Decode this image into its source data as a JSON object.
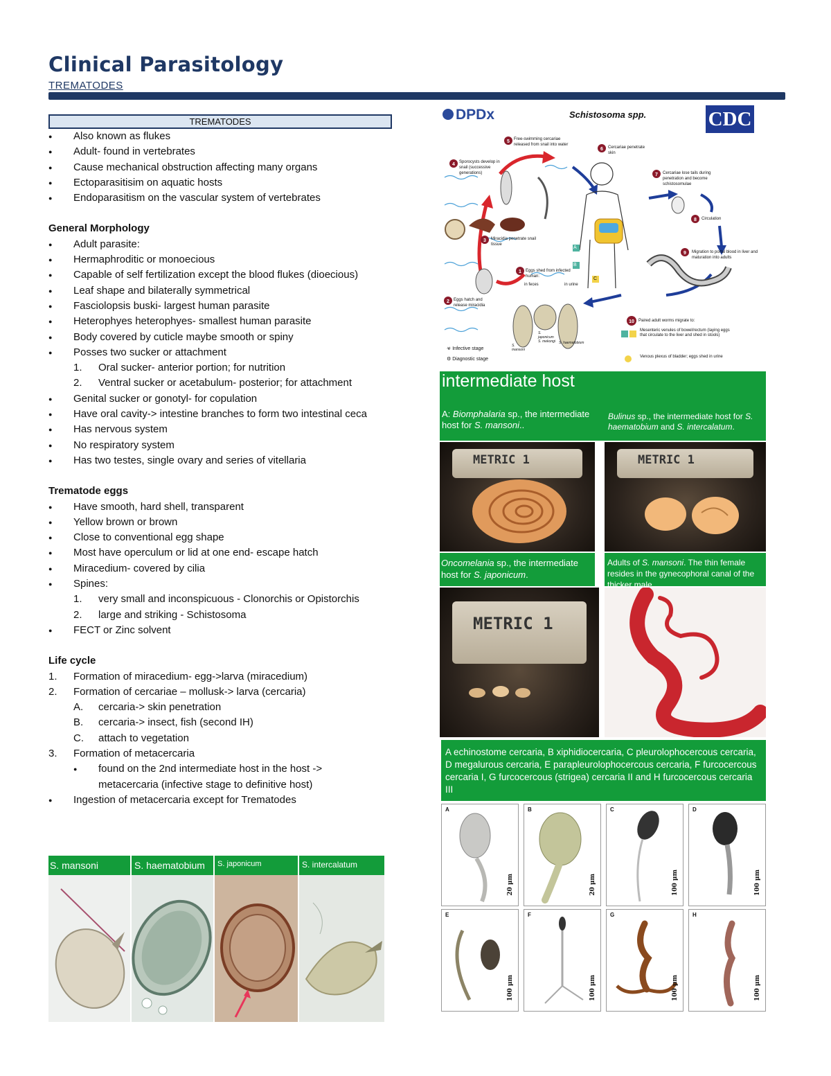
{
  "header": {
    "title": "Clinical Parasitology",
    "subtitle": "Trematodes"
  },
  "intro": {
    "heading": "TREMATODES",
    "items": [
      "Also known as flukes",
      "Adult- found in vertebrates",
      "Cause mechanical obstruction affecting many organs",
      "Ectoparasitisim on aquatic hosts",
      "Endoparasitism on the vascular system of vertebrates"
    ]
  },
  "morphology": {
    "heading": "General Morphology",
    "items": [
      "Adult parasite:",
      "Hermaphroditic or monoecious",
      "Capable of self fertilization except the blood flukes (dioecious)",
      "Leaf shape and bilaterally symmetrical",
      "Fasciolopsis buski- largest human parasite",
      "Heterophyes heterophyes- smallest human parasite",
      "Body covered by cuticle maybe smooth or spiny",
      "Posses two sucker or attachment"
    ],
    "sucker_items": [
      "Oral sucker- anterior portion; for nutrition",
      "Ventral sucker or acetabulum- posterior; for attachment"
    ],
    "items2": [
      "Genital sucker or gonotyl- for copulation",
      "Have oral cavity-> intestine branches to form two intestinal ceca",
      "Has nervous system",
      "No respiratory system",
      "Has two testes, single ovary and series of vitellaria"
    ]
  },
  "eggs": {
    "heading": "Trematode eggs",
    "items": [
      "Have smooth, hard shell, transparent",
      "Yellow brown or brown",
      "Close to conventional egg shape",
      "Most have operculum or lid at one end- escape hatch",
      "Miracedium- covered by cilia",
      "Spines:"
    ],
    "spine_items": [
      "very small and inconspicuous - Clonorchis or Opistorchis",
      "large and striking - Schistosoma"
    ],
    "items2": [
      "FECT or Zinc solvent"
    ]
  },
  "lifecycle": {
    "heading": "Life cycle",
    "step1": "Formation of miracedium- egg->larva (miracedium)",
    "step2": "Formation of cercariae – mollusk-> larva (cercaria)",
    "step2_sub": [
      "cercaria-> skin penetration",
      "cercaria-> insect, fish (second IH)",
      "attach to vegetation"
    ],
    "step3": "Formation of metacercaria",
    "step3_sub": "found on the 2nd intermediate host in the host -> metacercaria (infective stage to definitive host)",
    "final": "Ingestion of metacercaria except for Trematodes"
  },
  "egg_figure": {
    "labels": [
      "S. mansoni",
      "S. haematobium",
      "S. japonicum",
      "S. intercalatum"
    ]
  },
  "cdc_figure": {
    "logo_left": "DPDx",
    "title": "Schistosoma spp.",
    "logo_right": "CDC",
    "steps": [
      {
        "n": "1",
        "text": "Eggs shed from infected human:"
      },
      {
        "n": "2",
        "text": "Eggs hatch and release miracidia"
      },
      {
        "n": "3",
        "text": "Miracidia penetrate snail tissue"
      },
      {
        "n": "4",
        "text": "Sporocysts develop in snail (successive generations)"
      },
      {
        "n": "5",
        "text": "Free-swimming cercariae released from snail into water"
      },
      {
        "n": "6",
        "text": "Cercariae penetrate skin"
      },
      {
        "n": "7",
        "text": "Cercariae lose tails during penetration and become schistosomulae"
      },
      {
        "n": "8",
        "text": "Circulation"
      },
      {
        "n": "9",
        "text": "Migration to portal blood in liver and maturation into adults"
      },
      {
        "n": "10",
        "text": "Paired adult worms migrate to:"
      }
    ],
    "feces": "in feces",
    "urine": "in urine",
    "species": [
      "S. mansoni",
      "S. japonicum S. mekongi",
      "S. haematobium"
    ],
    "legend_infective": "Infective stage",
    "legend_diagnostic": "Diagnostic stage",
    "dest_ab": "Mesenteric venules of bowel/rectum (laying eggs that circulate to the liver and shed in stools)",
    "dest_c": "Venous plexus of bladder; eggs shed in urine",
    "badges": [
      "A",
      "B",
      "C"
    ]
  },
  "host_figure": {
    "banner": "intermediate host",
    "caption_a_pre": "A: ",
    "caption_a_genus": "Biomphalaria",
    "caption_a_mid": " sp., the intermediate host for ",
    "caption_a_sp": "S. mansoni",
    "caption_a_end": "..",
    "caption_b_genus": "Bulinus",
    "caption_b_mid": " sp., the intermediate host for ",
    "caption_b_sp1": "S. haematobium",
    "caption_b_and": " and ",
    "caption_b_sp2": "S. intercalatum",
    "caption_b_end": ".",
    "caption_c_genus": "Oncomelania",
    "caption_c_mid": " sp., the intermediate host for ",
    "caption_c_sp": "S. japonicum",
    "caption_c_end": ".",
    "caption_d_pre": "Adults of ",
    "caption_d_sp": "S. mansoni",
    "caption_d_end": ". The thin female resides in the gynecophoral canal of the thicker male.",
    "ruler_text": "METRIC 1"
  },
  "cercaria_figure": {
    "caption": "A echinostome cercaria, B xiphidiocercaria, C pleurolophocercous cercaria, D megalurous cercaria, E parapleurolophocercous cercaria, F furcocercous cercaria I, G furcocercous (strigea) cercaria II and H furcocercous cercaria III",
    "cells": [
      {
        "label": "A",
        "scale": "20 μm"
      },
      {
        "label": "B",
        "scale": "20 μm"
      },
      {
        "label": "C",
        "scale": "100 μm"
      },
      {
        "label": "D",
        "scale": "100 μm"
      },
      {
        "label": "E",
        "scale": "100 μm"
      },
      {
        "label": "F",
        "scale": "100 μm"
      },
      {
        "label": "G",
        "scale": "100 μm"
      },
      {
        "label": "H",
        "scale": "100 μm"
      }
    ]
  }
}
